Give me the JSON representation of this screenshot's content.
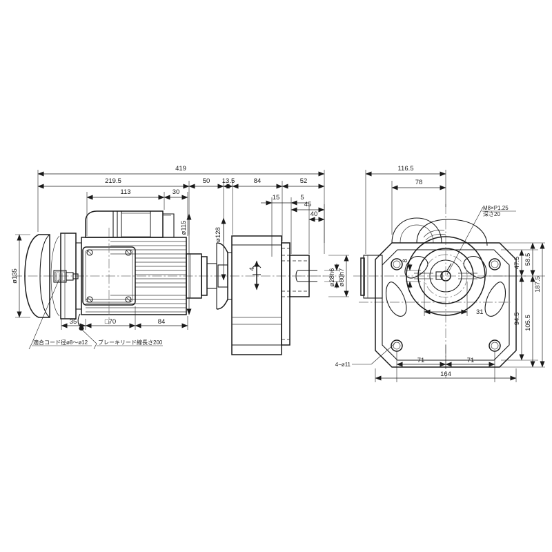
{
  "drawing": {
    "title": "gear-motor-with-brake-dimensional-drawing",
    "type": "technical-mechanical-drawing",
    "background_color": "#ffffff",
    "line_color": "#1a1a1a",
    "views": [
      {
        "name": "side-elevation-view",
        "position": "left"
      },
      {
        "name": "end-face-view",
        "position": "right"
      }
    ]
  },
  "side_view": {
    "dimensions": {
      "overall_length": "419",
      "motor_and_brake_length": "219.5",
      "motor_body_length": "113",
      "fin_section_length": "30",
      "flange_to_gearbox": "50",
      "adapter_length": "13.5",
      "gearbox_length": "84",
      "output_section_length": "52",
      "step_a": "15",
      "step_b": "5",
      "shaft_length": "45",
      "shaft_usable_length": "40",
      "brake_cover_dia": "ø135",
      "motor_frame_dia": "ø115",
      "adapter_dia": "ø128",
      "terminal_box_square": "□70",
      "cable_gland_offset": "35",
      "gearbox_width": "84",
      "key_height": "4",
      "output_shaft_dia": "ø28h6",
      "spigot_dia": "ø80h7"
    },
    "notes": [
      {
        "id": "cord-note",
        "text": "適合コード径ø8～ø12"
      },
      {
        "id": "brake-lead-note",
        "text": "ブレーキリード線長さ200"
      }
    ]
  },
  "end_view": {
    "dimensions": {
      "top_offset_total": "116.5",
      "top_offset_inner": "78",
      "center_to_top_inner": "47.5",
      "center_to_top_outer": "58.5",
      "overall_height": "187.5",
      "center_to_bottom_inner": "94.5",
      "center_to_bottom_outer": "105.5",
      "bolt_circle": "31",
      "key_width": "8",
      "bolt_pitch_left": "71",
      "bolt_pitch_right": "71",
      "overall_width": "164"
    },
    "callouts": [
      {
        "id": "tapped-hole-callout",
        "line1": "M8×P1.25",
        "line2": "深さ20"
      },
      {
        "id": "mounting-hole-callout",
        "text": "4−ø11"
      }
    ]
  }
}
